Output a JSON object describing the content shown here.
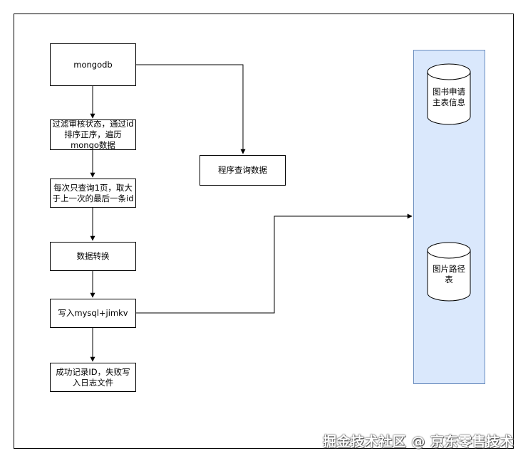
{
  "nodes": {
    "mongodb": "mongodb",
    "filter": "过滤审核状态，通过id\n排序正序，遍历\nmongo数据",
    "query_page": "每次只查询1页，取大\n于上一次的最后一条id",
    "transform": "数据转换",
    "write": "写入mysql+jimkv",
    "log": "成功记录ID，失败写\n入日志文件",
    "program_query": "程序查询数据"
  },
  "databases": {
    "book_main": "图书申请\n主表信息",
    "image_path": "图片路径\n表"
  },
  "watermark": "掘金技术社区 @ 京东零售技术"
}
